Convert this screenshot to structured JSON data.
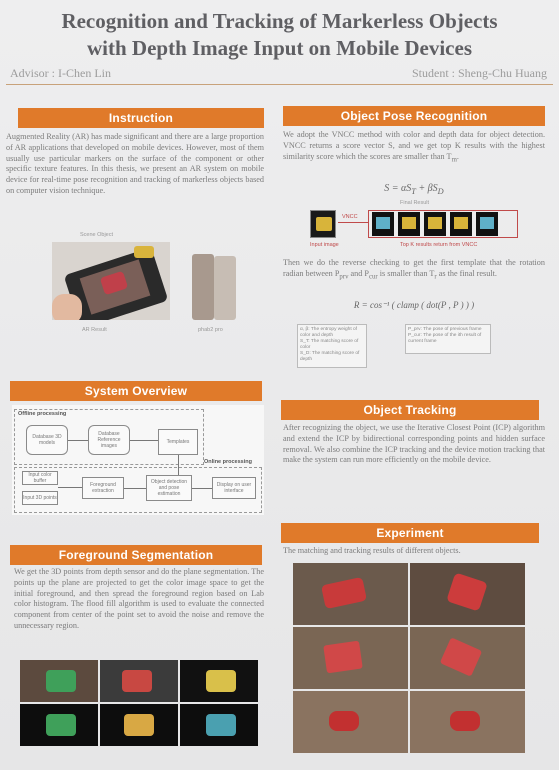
{
  "title": {
    "line1": "Recognition and Tracking of Markerless Objects",
    "line2": "with Depth Image Input on Mobile Devices"
  },
  "advisor": "Advisor : I-Chen Lin",
  "student": "Student : Sheng-Chu Huang",
  "sections": {
    "instruction": {
      "heading": "Instruction",
      "text": "Augmented Reality (AR) has made significant and there are a large proportion of AR applications that developed on mobile devices. However, most of them usually use particular markers on the surface of the component or other specific texture features. In this thesis, we present an AR system on mobile device for real-time pose recognition and tracking of markerless objects based on computer vision technique.",
      "fig_label_scene": "Scene Object",
      "fig_label_ar": "AR Result",
      "fig_label_phone": "phab2 pro"
    },
    "system_overview": {
      "heading": "System Overview",
      "offline_label": "Offline processing",
      "online_label": "Online processing",
      "boxes": {
        "db_models": "Database 3D models",
        "db_images": "Database Reference images",
        "templates": "Templates",
        "input_color": "Input color buffer",
        "input_3d": "Input 3D points",
        "fg_extract": "Foreground extraction",
        "detection": "Object detection and pose estimation",
        "display": "Display on user interface"
      }
    },
    "foreground": {
      "heading": "Foreground Segmentation",
      "text": "We get the 3D points from depth sensor and do the plane segmentation. The points up the plane are projected to get the color image space to get the initial foreground, and then spread the foreground region based on Lab color histogram. The flood fill algorithm is used to evaluate the connected component from center of the point set to avoid the noise and remove the unnecessary region."
    },
    "pose": {
      "heading": "Object Pose Recognition",
      "text1": "We adopt the VNCC method with color and depth data for object detection. VNCC returns a score vector S, and we get top K results with the highest similarity score which the scores are smaller than T",
      "text1_sub": "m",
      "equation1": "S = αS",
      "equation1_parts": [
        "S = αS",
        "T",
        " + βS",
        "D"
      ],
      "fig_final": "Final Result",
      "fig_input": "Input image",
      "fig_vncc": "VNCC",
      "fig_topk": "Top K results return from VNCC",
      "text2": "Then we do the reverse checking to get the first template that the rotation radian between P",
      "text2_pre": "prv",
      "text2_mid": " and P",
      "text2_cur": "cur",
      "text2_end": " is smaller than T",
      "text2_r": "r",
      "text2_tail": " as the final result.",
      "equation2": "R = cos⁻¹ ( clamp ( dot(P , P ) ) )",
      "legend": {
        "l1": "α, β: The entropy weight of color and depth",
        "l2": "S_T: The matching score of color",
        "l3": "S_D: The matching score of depth",
        "r1": "P_prv: The pose of previous frame",
        "r2": "P_cur: The pose of the ith result of current frame"
      }
    },
    "tracking": {
      "heading": "Object Tracking",
      "text": "After recognizing the object, we use the Iterative Closest Point (ICP) algorithm and extend the ICP by bidirectional corresponding points and hidden surface removal. We also combine the ICP tracking and the device motion tracking that make the system can run more efficiently on the mobile device."
    },
    "experiment": {
      "heading": "Experiment",
      "text": "The matching and tracking results of different objects."
    }
  }
}
